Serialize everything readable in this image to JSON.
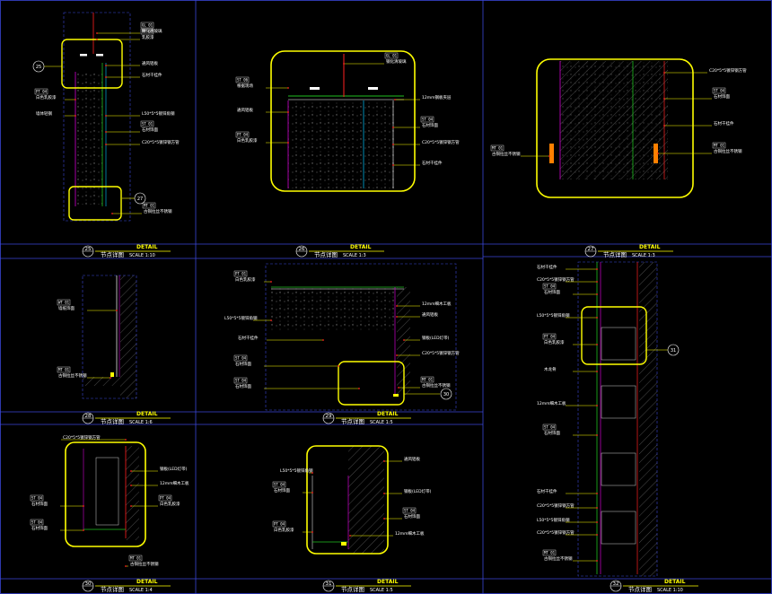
{
  "colors": {
    "background": "#000000",
    "frame": "#3a46d8",
    "highlight": "#ffff00",
    "leader": "#ffff00",
    "concrete_hatch": "#7a7a7a",
    "magenta": "#d000d0",
    "green": "#20c020",
    "cyan": "#00c8ff",
    "red": "#ff2020",
    "text": "#ffffff"
  },
  "panels": [
    {
      "id": "p1",
      "number": "25",
      "detail": "DETAIL",
      "title": "节点详图",
      "scale": "SCALE 1:10",
      "refs": [
        {
          "num": "25"
        },
        {
          "num": "27"
        }
      ],
      "tags": [
        {
          "code": "GL 01",
          "text": "钢化清玻璃"
        },
        {
          "code": "PT 01",
          "text": "乳胶漆"
        },
        {
          "code": "",
          "text": "通风铝板"
        },
        {
          "code": "",
          "text": "石材干挂件"
        },
        {
          "code": "",
          "text": "L50*5*5镀锌角钢"
        },
        {
          "code": "ST 01",
          "text": "石材饰面"
        },
        {
          "code": "",
          "text": "C20*5*5镀锌钢方管"
        },
        {
          "code": "PT 04",
          "text": "白色乳胶漆"
        },
        {
          "code": "",
          "text": "墙体轻钢"
        },
        {
          "code": "MT 01",
          "text": "古铜拉丝不锈钢"
        }
      ]
    },
    {
      "id": "p2",
      "number": "26",
      "detail": "DETAIL",
      "title": "节点详图",
      "scale": "SCALE 1:3",
      "tags": [
        {
          "code": "GL 01",
          "text": "钢化清玻璃"
        },
        {
          "code": "ST 06",
          "text": "根据现场"
        },
        {
          "code": "",
          "text": "12mm钢板夹层"
        },
        {
          "code": "",
          "text": "通风铝板"
        },
        {
          "code": "ST 04",
          "text": "石材饰面"
        },
        {
          "code": "",
          "text": "C20*5*5镀锌钢方管"
        },
        {
          "code": "PT 04",
          "text": "白色乳胶漆"
        },
        {
          "code": "",
          "text": "石材干挂件"
        }
      ]
    },
    {
      "id": "p3",
      "number": "27",
      "detail": "DETAIL",
      "title": "节点详图",
      "scale": "SCALE 1:3",
      "tags": [
        {
          "code": "",
          "text": "C20*5*5镀锌钢方管"
        },
        {
          "code": "ST 04",
          "text": "石材饰面"
        },
        {
          "code": "",
          "text": "石材干挂件"
        },
        {
          "code": "MT 01",
          "text": "古铜拉丝不锈钢"
        },
        {
          "code": "MT 01",
          "text": "古铜拉丝不锈钢"
        }
      ]
    },
    {
      "id": "p4",
      "number": "28",
      "detail": "DETAIL",
      "title": "节点详图",
      "scale": "SCALE 1:6",
      "tags": [
        {
          "code": "WT 01",
          "text": "墙纸饰面"
        },
        {
          "code": "MT 01",
          "text": "古铜拉丝不锈钢"
        }
      ]
    },
    {
      "id": "p5",
      "number": "29",
      "detail": "DETAIL",
      "title": "节点详图",
      "scale": "SCALE 1:5",
      "refs": [
        {
          "num": "30"
        }
      ],
      "tags": [
        {
          "code": "PT 01",
          "text": "白色乳胶漆"
        },
        {
          "code": "",
          "text": "L50*5*5镀锌角钢"
        },
        {
          "code": "",
          "text": "石材干挂件"
        },
        {
          "code": "ST 04",
          "text": "石材饰面"
        },
        {
          "code": "ST 04",
          "text": "石材饰面"
        },
        {
          "code": "",
          "text": "12mm细木工板"
        },
        {
          "code": "",
          "text": "通风铝板"
        },
        {
          "code": "",
          "text": "钢板(LED灯带)"
        },
        {
          "code": "",
          "text": "C20*5*5镀锌钢方管"
        },
        {
          "code": "MT 01",
          "text": "古铜拉丝不锈钢"
        }
      ]
    },
    {
      "id": "p6",
      "number": "30",
      "detail": "DETAIL",
      "title": "节点详图",
      "scale": "SCALE 1:4",
      "tags": [
        {
          "code": "",
          "text": "C20*5*5镀锌钢方管"
        },
        {
          "code": "",
          "text": "钢板(LED灯带)"
        },
        {
          "code": "",
          "text": "12mm细木工板"
        },
        {
          "code": "ST 04",
          "text": "石材饰面"
        },
        {
          "code": "ST 04",
          "text": "石材饰面"
        },
        {
          "code": "PT 04",
          "text": "白色乳胶漆"
        },
        {
          "code": "MT 01",
          "text": "古铜拉丝不锈钢"
        }
      ]
    },
    {
      "id": "p7",
      "number": "31",
      "detail": "DETAIL",
      "title": "节点详图",
      "scale": "SCALE 1:5",
      "tags": [
        {
          "code": "",
          "text": "L50*5*5镀锌角钢"
        },
        {
          "code": "ST 04",
          "text": "石材饰面"
        },
        {
          "code": "PT 04",
          "text": "白色乳胶漆"
        },
        {
          "code": "",
          "text": "通风铝板"
        },
        {
          "code": "",
          "text": "钢板(LED灯带)"
        },
        {
          "code": "ST 04",
          "text": "石材饰面"
        },
        {
          "code": "",
          "text": "12mm细木工板"
        }
      ]
    },
    {
      "id": "p8",
      "number": "32",
      "detail": "DETAIL",
      "title": "节点详图",
      "scale": "SCALE 1:10",
      "refs": [
        {
          "num": "31"
        }
      ],
      "tags": [
        {
          "code": "",
          "text": "石材干挂件"
        },
        {
          "code": "",
          "text": "C20*5*5镀锌钢方管"
        },
        {
          "code": "ST 04",
          "text": "石材饰面"
        },
        {
          "code": "",
          "text": "L50*5*5镀锌角钢"
        },
        {
          "code": "PT 04",
          "text": "白色乳胶漆"
        },
        {
          "code": "",
          "text": "木龙骨"
        },
        {
          "code": "",
          "text": "12mm细木工板"
        },
        {
          "code": "ST 04",
          "text": "石材饰面"
        },
        {
          "code": "",
          "text": "石材干挂件"
        },
        {
          "code": "",
          "text": "C20*5*5镀锌钢方管"
        },
        {
          "code": "",
          "text": "L50*5*5镀锌角钢"
        },
        {
          "code": "",
          "text": "C20*5*5镀锌钢方管"
        },
        {
          "code": "MT 01",
          "text": "古铜拉丝不锈钢"
        }
      ]
    }
  ]
}
